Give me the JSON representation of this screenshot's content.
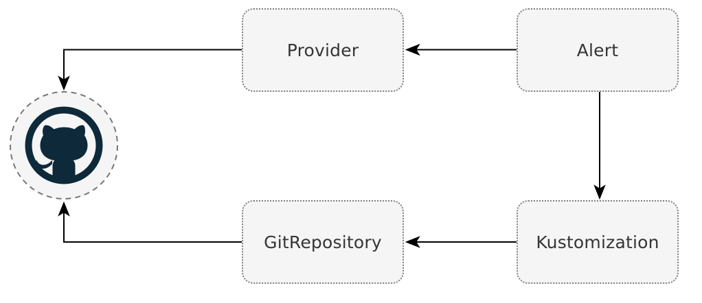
{
  "diagram": {
    "type": "flowchart",
    "background_color": "#ffffff",
    "nodes": {
      "provider": {
        "label": "Provider"
      },
      "alert": {
        "label": "Alert"
      },
      "gitrepository": {
        "label": "GitRepository"
      },
      "kustomization": {
        "label": "Kustomization"
      },
      "github": {
        "icon": "github-octocat-icon",
        "label": ""
      }
    },
    "edges": [
      {
        "from": "Alert",
        "to": "Provider",
        "style": "solid",
        "arrowhead": "barbed"
      },
      {
        "from": "Alert",
        "to": "Kustomization",
        "style": "solid",
        "arrowhead": "barbed"
      },
      {
        "from": "Kustomization",
        "to": "GitRepository",
        "style": "solid",
        "arrowhead": "barbed"
      },
      {
        "from": "Provider",
        "to": "GitHub",
        "style": "solid",
        "arrowhead": "barbed"
      },
      {
        "from": "GitRepository",
        "to": "GitHub",
        "style": "solid",
        "arrowhead": "barbed"
      }
    ],
    "colors": {
      "node_fill": "#f5f5f5",
      "node_border": "#7f7f7f",
      "node_text": "#353535",
      "edge_stroke": "#000000",
      "github_mark": "#0e293a",
      "github_badge_fill": "#f5f5f5",
      "github_badge_border": "#767676"
    }
  }
}
